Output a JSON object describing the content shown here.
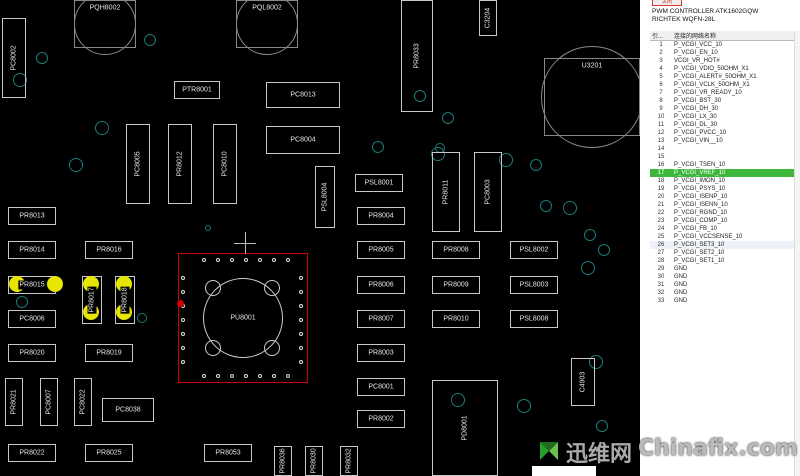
{
  "board": {
    "components": [
      {
        "ref": "PQH8002",
        "shape": "circle"
      },
      {
        "ref": "PQL8002",
        "shape": "circle"
      },
      {
        "ref": "PC8002"
      },
      {
        "ref": "PR8033"
      },
      {
        "ref": "C3204"
      },
      {
        "ref": "PTR8001"
      },
      {
        "ref": "PC8013"
      },
      {
        "ref": "U3201"
      },
      {
        "ref": "PC8005"
      },
      {
        "ref": "PR8012"
      },
      {
        "ref": "PC8010"
      },
      {
        "ref": "PC8004"
      },
      {
        "ref": "PSL8001"
      },
      {
        "ref": "PR8011"
      },
      {
        "ref": "PC8003"
      },
      {
        "ref": "PSL8004"
      },
      {
        "ref": "PR8013"
      },
      {
        "ref": "PR8004"
      },
      {
        "ref": "PR8014"
      },
      {
        "ref": "PR8016"
      },
      {
        "ref": "PR8005"
      },
      {
        "ref": "PR8008"
      },
      {
        "ref": "PSL8002"
      },
      {
        "ref": "PR8015"
      },
      {
        "ref": "PR8017"
      },
      {
        "ref": "PR8018"
      },
      {
        "ref": "PR8006"
      },
      {
        "ref": "PR8009"
      },
      {
        "ref": "PSL8003"
      },
      {
        "ref": "PC8006"
      },
      {
        "ref": "PR8007"
      },
      {
        "ref": "PR8010"
      },
      {
        "ref": "PSL8008"
      },
      {
        "ref": "PR8020"
      },
      {
        "ref": "PR8019"
      },
      {
        "ref": "PR8003"
      },
      {
        "ref": "PC8001"
      },
      {
        "ref": "C4903"
      },
      {
        "ref": "PR8021"
      },
      {
        "ref": "PC8007"
      },
      {
        "ref": "PC8022"
      },
      {
        "ref": "PC8038"
      },
      {
        "ref": "PR8002"
      },
      {
        "ref": "PD8001"
      },
      {
        "ref": "PR8022"
      },
      {
        "ref": "PR8025"
      },
      {
        "ref": "PR8053"
      },
      {
        "ref": "PR8030"
      },
      {
        "ref": "PR8032"
      },
      {
        "ref": "PR8036"
      }
    ],
    "ic": {
      "ref": "PU8001",
      "accent": "#d10000"
    },
    "highlight_color": "#e6e600"
  },
  "panel": {
    "button_label": "关闭",
    "chip_line1": "PWM CONTROLLER ATK1602GQW",
    "chip_line2": "RICHTEK WQFN-28L",
    "col_pin": "引...",
    "col_net": "连接的网络名称",
    "selected_color": "#3db83d",
    "pins": [
      {
        "n": "1",
        "net": "P_VCGI_VCC_10"
      },
      {
        "n": "2",
        "net": "P_VCGI_EN_10"
      },
      {
        "n": "3",
        "net": "VCGI_VR_HOT#"
      },
      {
        "n": "4",
        "net": "P_VCGI_VDIO_50OHM_X1"
      },
      {
        "n": "5",
        "net": "P_VCGI_ALERT#_50OHM_X1"
      },
      {
        "n": "6",
        "net": "P_VCGI_VCLK_50OHM_X1"
      },
      {
        "n": "7",
        "net": "P_VCGI_VR_READY_10"
      },
      {
        "n": "8",
        "net": "P_VCGI_BST_30"
      },
      {
        "n": "9",
        "net": "P_VCGI_DH_30"
      },
      {
        "n": "10",
        "net": "P_VCGI_LX_30"
      },
      {
        "n": "11",
        "net": "P_VCGI_DL_30"
      },
      {
        "n": "12",
        "net": "P_VCGI_PVCC_10"
      },
      {
        "n": "13",
        "net": "P_VCGI_VIN__10"
      },
      {
        "n": "14",
        "net": ""
      },
      {
        "n": "15",
        "net": ""
      },
      {
        "n": "16",
        "net": "P_VCGI_TSEN_10"
      },
      {
        "n": "17",
        "net": "P_VCGI_VREF_10"
      },
      {
        "n": "18",
        "net": "P_VCGI_IMON_10"
      },
      {
        "n": "19",
        "net": "P_VCGI_PSYS_10"
      },
      {
        "n": "20",
        "net": "P_VCGI_ISENP_10"
      },
      {
        "n": "21",
        "net": "P_VCGI_ISENN_10"
      },
      {
        "n": "22",
        "net": "P_VCGI_RGND_10"
      },
      {
        "n": "23",
        "net": "P_VCGI_COMP_10"
      },
      {
        "n": "24",
        "net": "P_VCGI_FB_10"
      },
      {
        "n": "25",
        "net": "P_VCGI_VCCSENSE_10"
      },
      {
        "n": "26",
        "net": "P_VCGI_SET3_10"
      },
      {
        "n": "27",
        "net": "P_VCGI_SET2_10"
      },
      {
        "n": "28",
        "net": "P_VCGI_SET1_10"
      },
      {
        "n": "29",
        "net": "GND"
      },
      {
        "n": "30",
        "net": "GND"
      },
      {
        "n": "31",
        "net": "GND"
      },
      {
        "n": "32",
        "net": "GND"
      },
      {
        "n": "33",
        "net": "GND"
      }
    ],
    "selected_pin": "17"
  },
  "watermark": {
    "cn": "迅维网",
    "en": "Chinafix.com"
  }
}
